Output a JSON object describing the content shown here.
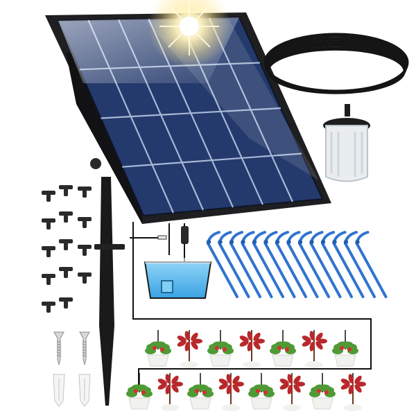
{
  "scene": {
    "colors": {
      "panel_frame": "#1f1f21",
      "cell": "#1f3768",
      "cell_line": "#b6c6e2",
      "tube": "#151515",
      "water": "#59b8ee",
      "dripper": "#2f74d0",
      "connector": "#2a2a2a",
      "pot": "#f1f1ee",
      "leaf_green": "#4f9a35",
      "leaf_red": "#b8292c",
      "flower_pink": "#ea8d9c",
      "fruit_red": "#d62f31",
      "sun": "#fff5c6",
      "screw": "#d8d8d8"
    },
    "counts": {
      "drippers": 14,
      "tee_connectors": 14,
      "plants_top_row": 7,
      "plants_bottom_row": 8,
      "screws": 2,
      "anchors": 2
    },
    "icons": [
      "solar-panel-icon",
      "sun-glare-icon",
      "coiled-tube-icon",
      "filter-icon",
      "stake-icon",
      "tee-connector-icon",
      "dripper-icon",
      "water-container-icon",
      "pump-icon",
      "plant-pot-icon",
      "screw-icon",
      "wall-anchor-icon"
    ]
  }
}
